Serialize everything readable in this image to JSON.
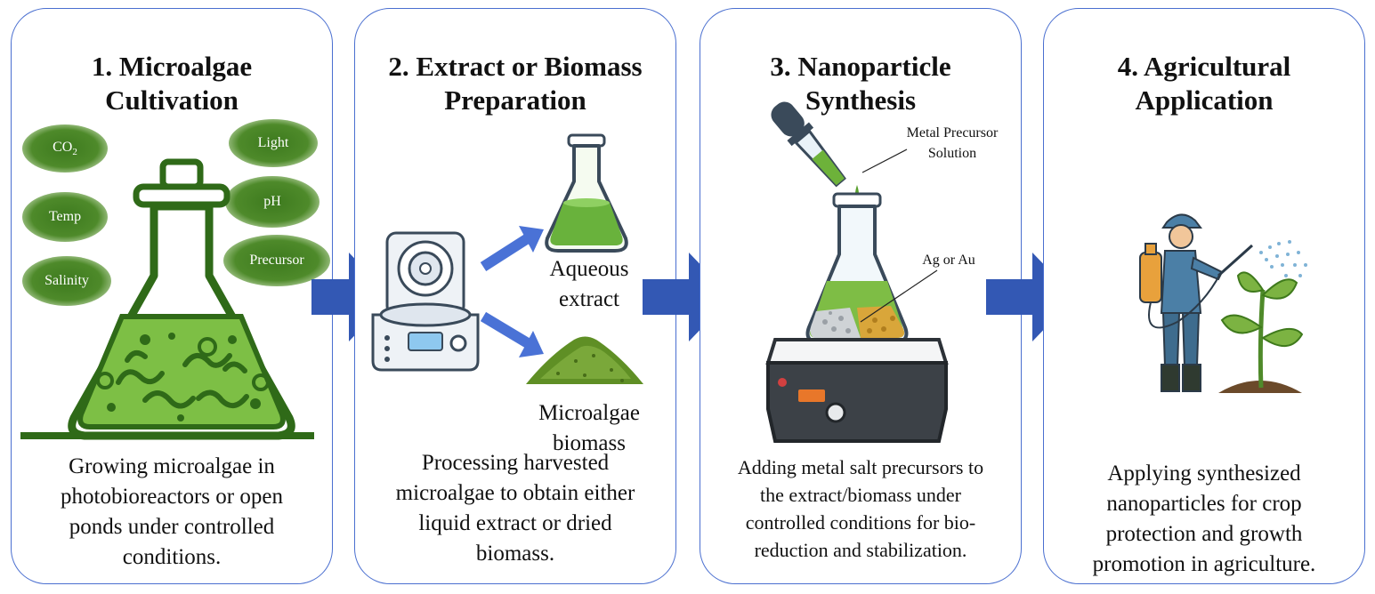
{
  "steps": [
    {
      "title_line1": "1. Microalgae",
      "title_line2": "Cultivation",
      "desc_lines": [
        "Growing microalgae in",
        "photobioreactors or open",
        "ponds under controlled",
        "conditions."
      ],
      "factors": {
        "co2": "CO",
        "co2_sub": "2",
        "light": "Light",
        "temp": "Temp",
        "ph": "pH",
        "salinity": "Salinity",
        "precursor": "Precursor"
      }
    },
    {
      "title_line1": "2. Extract or Biomass",
      "title_line2": "Preparation",
      "desc_lines": [
        "Processing harvested",
        "microalgae to obtain either",
        "liquid extract or dried",
        "biomass."
      ],
      "aqueous_line1": "Aqueous",
      "aqueous_line2": "extract",
      "biomass_line1": "Microalgae",
      "biomass_line2": "biomass"
    },
    {
      "title_line1": "3. Nanoparticle",
      "title_line2": "Synthesis",
      "desc_lines": [
        "Adding metal salt precursors to",
        "the extract/biomass  under",
        "controlled conditions for bio-",
        "reduction and stabilization."
      ],
      "precursor_line1": "Metal Precursor",
      "precursor_line2": "Solution",
      "particle_label": "Ag or Au"
    },
    {
      "title_line1": "4. Agricultural",
      "title_line2": "Application",
      "desc_lines": [
        "Applying synthesized",
        "nanoparticles for crop",
        "protection and growth",
        "promotion in agriculture."
      ]
    }
  ],
  "colors": {
    "border": "#4a6fd0",
    "arrow": "#3358b4",
    "algae_green": "#6fb33a",
    "dark_green": "#2f6a18"
  }
}
